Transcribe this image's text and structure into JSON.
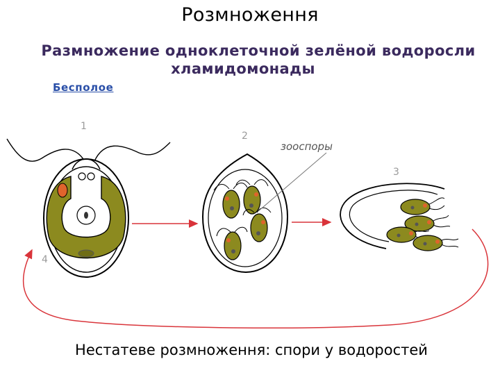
{
  "slide_title": "Розмноження",
  "heading": {
    "line1": "Размножение одноклеточной зелёной водоросли",
    "line2": "хламидомонады"
  },
  "subheading": "Бесполое",
  "diagram": {
    "stage_labels": [
      "1",
      "2",
      "3",
      "4"
    ],
    "zoospore_label": "зооспоры",
    "colors": {
      "cytoplasm": "#8c8a1f",
      "cytoplasm_dark": "#6f6d16",
      "eyespot": "#e0642c",
      "arrow": "#d9343a",
      "outline": "#000000",
      "cell_fill": "#ffffff"
    }
  },
  "caption": "Нестатеве розмноження: спори у водоростей"
}
